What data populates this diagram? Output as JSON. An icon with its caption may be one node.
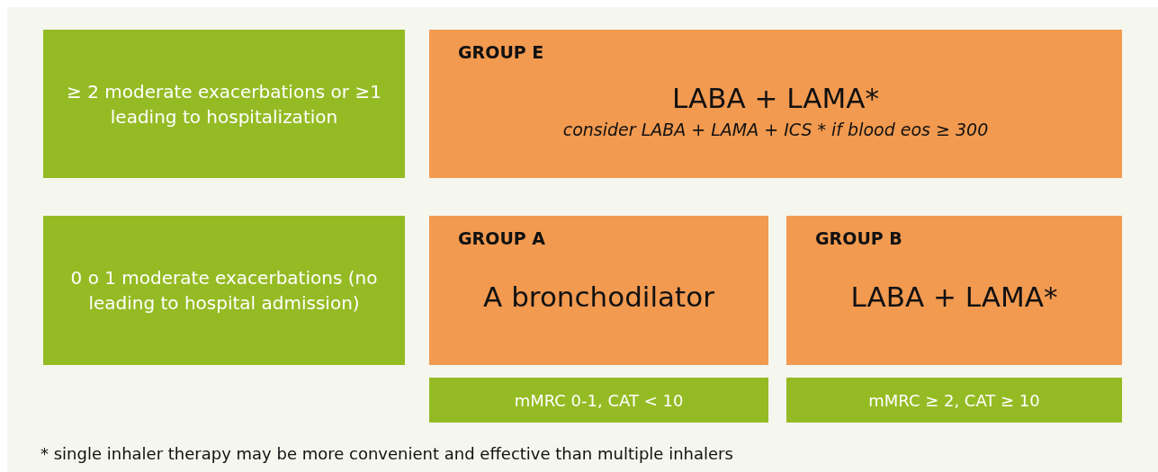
{
  "diagram": {
    "nodes": [
      {
        "text": [
          "≥ 2 moderate exacerbations or ≥1 leading to hospitalization"
        ]
      },
      {
        "text": [
          "GROUP E",
          "LABA + LAMA*",
          "consider LABA + LAMA + ICS * if blood eos ≥ 300"
        ]
      },
      {
        "text": [
          "0 o 1 moderate exacerbations (no leading to hospital admission)"
        ]
      },
      {
        "text": [
          "GROUP A",
          "A bronchodilator"
        ]
      },
      {
        "text": [
          "GROUP B",
          "LABA + LAMA*"
        ]
      },
      {
        "text": [
          "mMRC 0-1, CAT < 10"
        ]
      },
      {
        "text": [
          "mMRC ≥ 2, CAT ≥ 10"
        ]
      }
    ],
    "labels": [
      "* single inhaler therapy may be more convenient and effective than multiple inhalers"
    ]
  }
}
